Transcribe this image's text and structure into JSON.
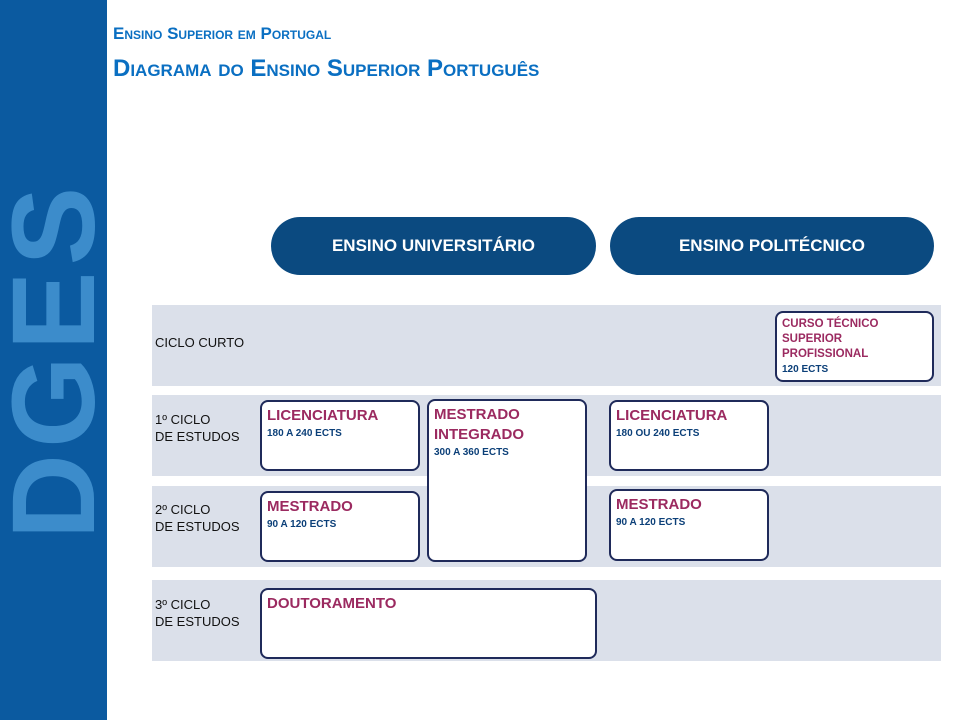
{
  "logo": "DGES",
  "header": {
    "subtitle": "Ensino Superior em Portugal",
    "title": "Diagrama do Ensino Superior Português"
  },
  "columns": {
    "university": "ENSINO UNIVERSITÁRIO",
    "polytechnic": "ENSINO POLITÉCNICO"
  },
  "rows": {
    "short": "CICLO CURTO",
    "first": [
      "1º CICLO",
      "DE ESTUDOS"
    ],
    "second": [
      "2º CICLO",
      "DE ESTUDOS"
    ],
    "third": [
      "3º CICLO",
      "DE ESTUDOS"
    ]
  },
  "boxes": {
    "ctesp": {
      "title1": "CURSO TÉCNICO",
      "title2": "SUPERIOR PROFISSIONAL",
      "ects": "120 ECTS"
    },
    "uni_lic": {
      "title": "LICENCIATURA",
      "ects": "180 A 240 ECTS"
    },
    "uni_mi": {
      "title1": "MESTRADO",
      "title2": "INTEGRADO",
      "ects": "300 A 360 ECTS"
    },
    "poli_lic": {
      "title": "LICENCIATURA",
      "ects": "180 OU 240 ECTS"
    },
    "uni_mest": {
      "title": "MESTRADO",
      "ects": "90 A 120 ECTS"
    },
    "poli_mest": {
      "title": "MESTRADO",
      "ects": "90 A 120 ECTS"
    },
    "dout": {
      "title": "DOUTORAMENTO"
    }
  }
}
